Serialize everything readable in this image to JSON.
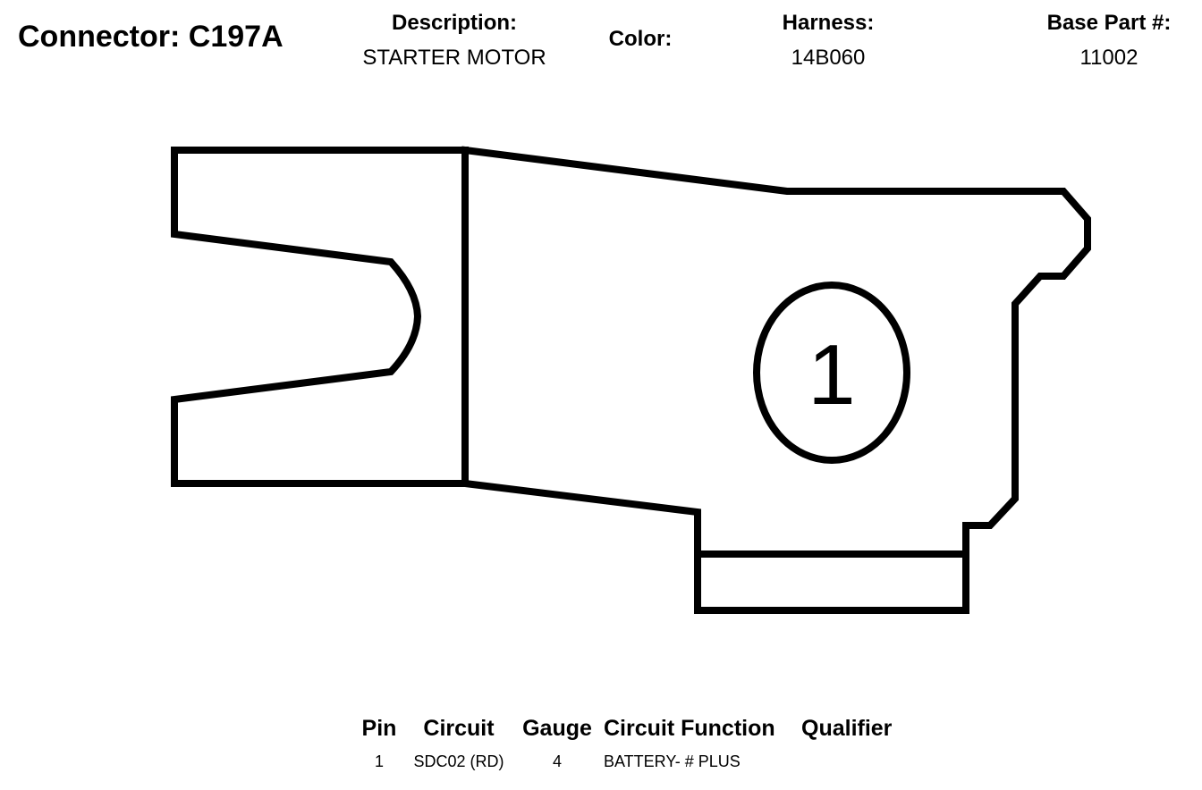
{
  "header": {
    "connector_label": "Connector:",
    "connector_id": "C197A",
    "description_label": "Description:",
    "description_value": "STARTER MOTOR",
    "color_label": "Color:",
    "color_value": "",
    "harness_label": "Harness:",
    "harness_value": "14B060",
    "base_part_label": "Base Part #:",
    "base_part_value": "11002"
  },
  "diagram": {
    "pins": [
      {
        "label": "1"
      }
    ]
  },
  "pin_table": {
    "columns": [
      "Pin",
      "Circuit",
      "Gauge",
      "Circuit Function",
      "Qualifier"
    ],
    "rows": [
      {
        "pin": "1",
        "circuit": "SDC02 (RD)",
        "gauge": "4",
        "function": "BATTERY- # PLUS",
        "qualifier": ""
      }
    ]
  },
  "colors": {
    "stroke": "#000000",
    "background": "#ffffff"
  }
}
